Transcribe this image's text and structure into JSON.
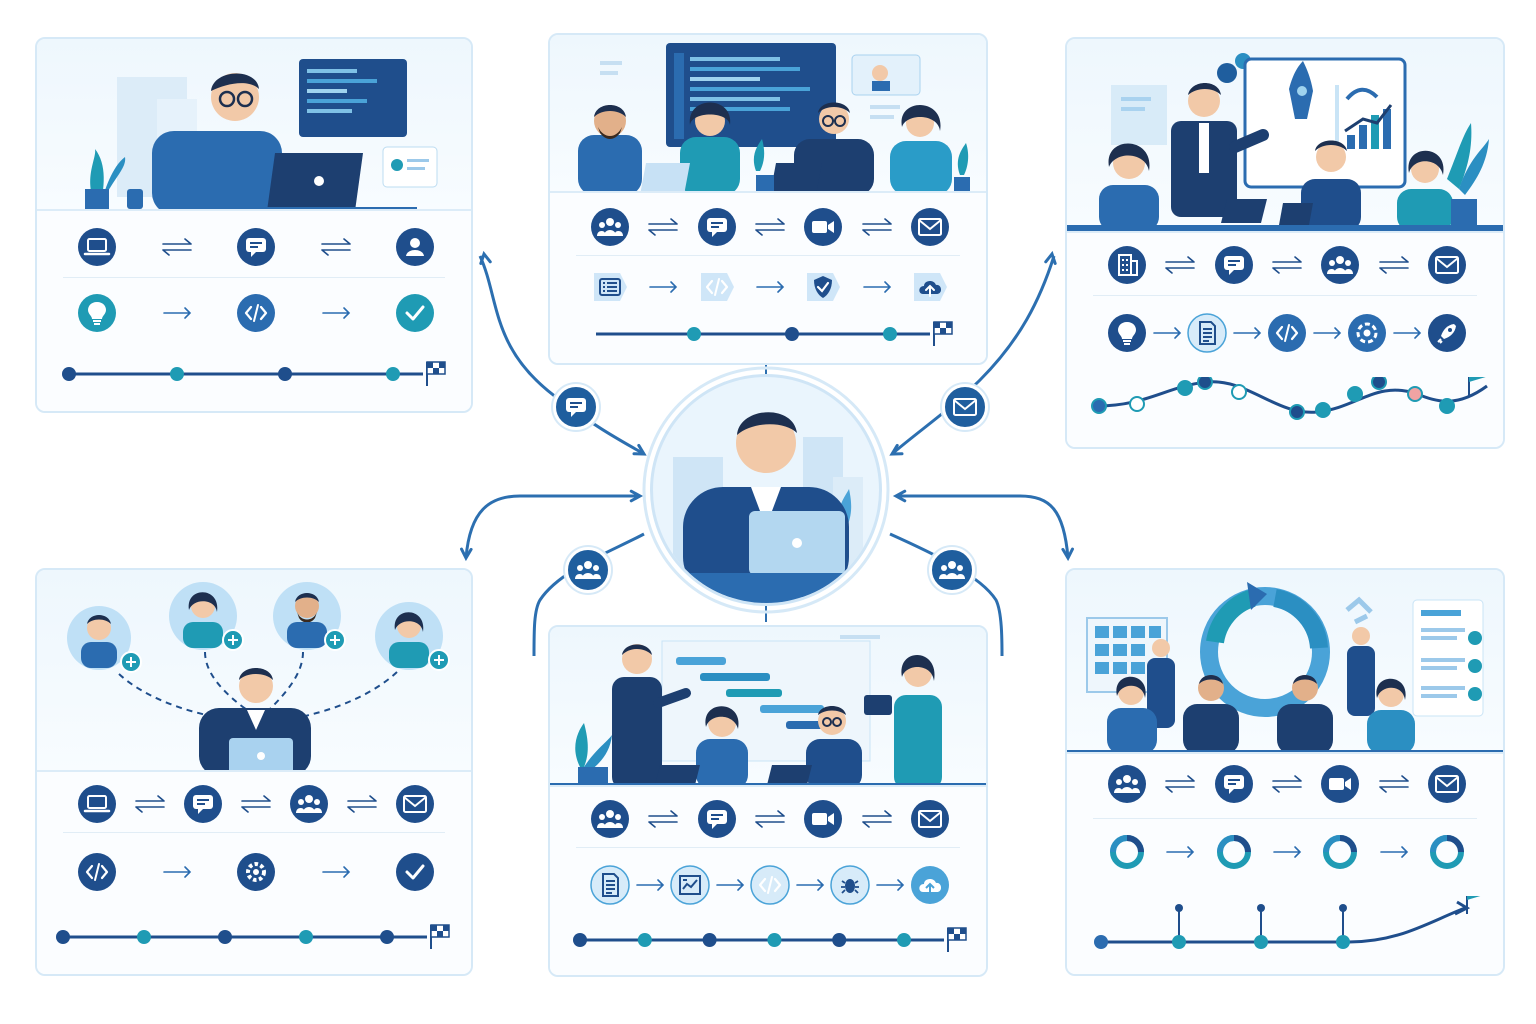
{
  "colors": {
    "navy": "#1f4e8c",
    "blue": "#2b6cb0",
    "teal": "#1f9bb4",
    "light": "#eaf5fd",
    "line": "#2c6fb0"
  },
  "panels": [
    {
      "id": "p1",
      "comm": [
        "laptop-icon",
        "chat-icon",
        "user-icon"
      ],
      "flow": [
        "lightbulb-icon",
        "code-icon",
        "check-icon"
      ]
    },
    {
      "id": "p2",
      "comm": [
        "team-icon",
        "chat-icon",
        "video-icon",
        "mail-icon"
      ],
      "flow": [
        "list-icon",
        "code-icon",
        "shield-check-icon",
        "cloud-upload-icon"
      ]
    },
    {
      "id": "p3",
      "comm": [
        "building-icon",
        "chat-icon",
        "team-icon",
        "mail-icon"
      ],
      "flow": [
        "lightbulb-icon",
        "document-icon",
        "code-icon",
        "gear-cycle-icon",
        "rocket-icon"
      ]
    },
    {
      "id": "p4",
      "comm": [
        "laptop-icon",
        "chat-icon",
        "team-icon",
        "mail-icon"
      ],
      "flow": [
        "code-icon",
        "gear-icon",
        "check-icon"
      ]
    },
    {
      "id": "p5",
      "comm": [
        "team-icon",
        "chat-icon",
        "video-icon",
        "mail-icon"
      ],
      "flow": [
        "document-icon",
        "board-icon",
        "code-icon",
        "bug-icon",
        "cloud-upload-icon"
      ]
    },
    {
      "id": "p6",
      "comm": [
        "team-icon",
        "chat-icon",
        "video-icon",
        "mail-icon"
      ],
      "flow": [
        "cycle-icon",
        "cycle-icon",
        "cycle-icon",
        "cycle-icon"
      ]
    }
  ],
  "center": {
    "icon": "person-laptop-icon"
  },
  "badges": [
    "chat-icon",
    "mail-icon",
    "team-icon",
    "team-icon"
  ]
}
